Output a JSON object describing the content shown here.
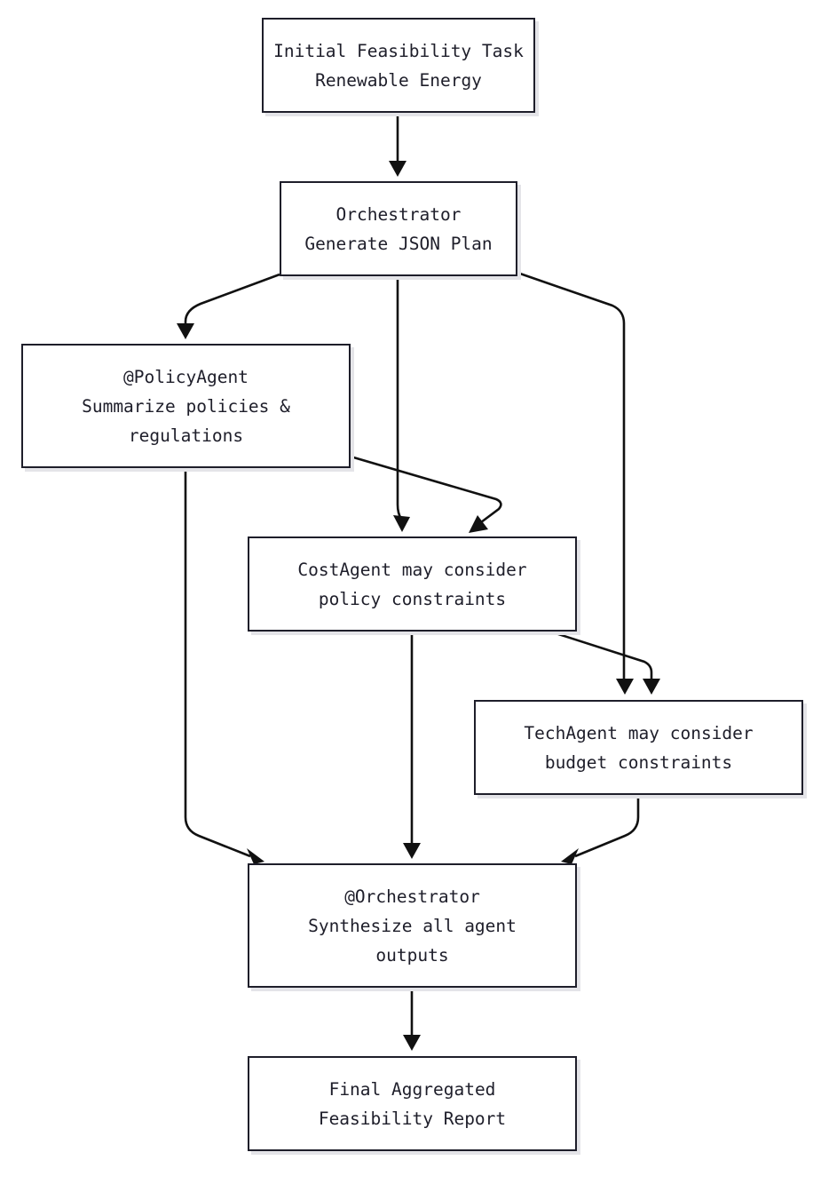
{
  "nodes": {
    "task": {
      "lines": [
        "Initial Feasibility Task",
        "Renewable Energy"
      ]
    },
    "orch": {
      "lines": [
        "Orchestrator",
        "Generate JSON Plan"
      ]
    },
    "policy": {
      "lines": [
        "@PolicyAgent",
        "Summarize policies &",
        "regulations"
      ]
    },
    "cost": {
      "lines": [
        "CostAgent may consider",
        "policy constraints"
      ]
    },
    "tech": {
      "lines": [
        "TechAgent may consider",
        "budget constraints"
      ]
    },
    "synth": {
      "lines": [
        "@Orchestrator",
        "Synthesize all agent",
        "outputs"
      ]
    },
    "final": {
      "lines": [
        "Final Aggregated",
        "Feasibility Report"
      ]
    }
  },
  "edges": [
    {
      "from": "task",
      "to": "orch"
    },
    {
      "from": "orch",
      "to": "policy"
    },
    {
      "from": "orch",
      "to": "cost"
    },
    {
      "from": "orch",
      "to": "tech"
    },
    {
      "from": "policy",
      "to": "cost"
    },
    {
      "from": "cost",
      "to": "tech"
    },
    {
      "from": "policy",
      "to": "synth"
    },
    {
      "from": "cost",
      "to": "synth"
    },
    {
      "from": "tech",
      "to": "synth"
    },
    {
      "from": "synth",
      "to": "final"
    }
  ],
  "colors": {
    "stroke": "#1e1e2a",
    "background": "#ffffff"
  }
}
